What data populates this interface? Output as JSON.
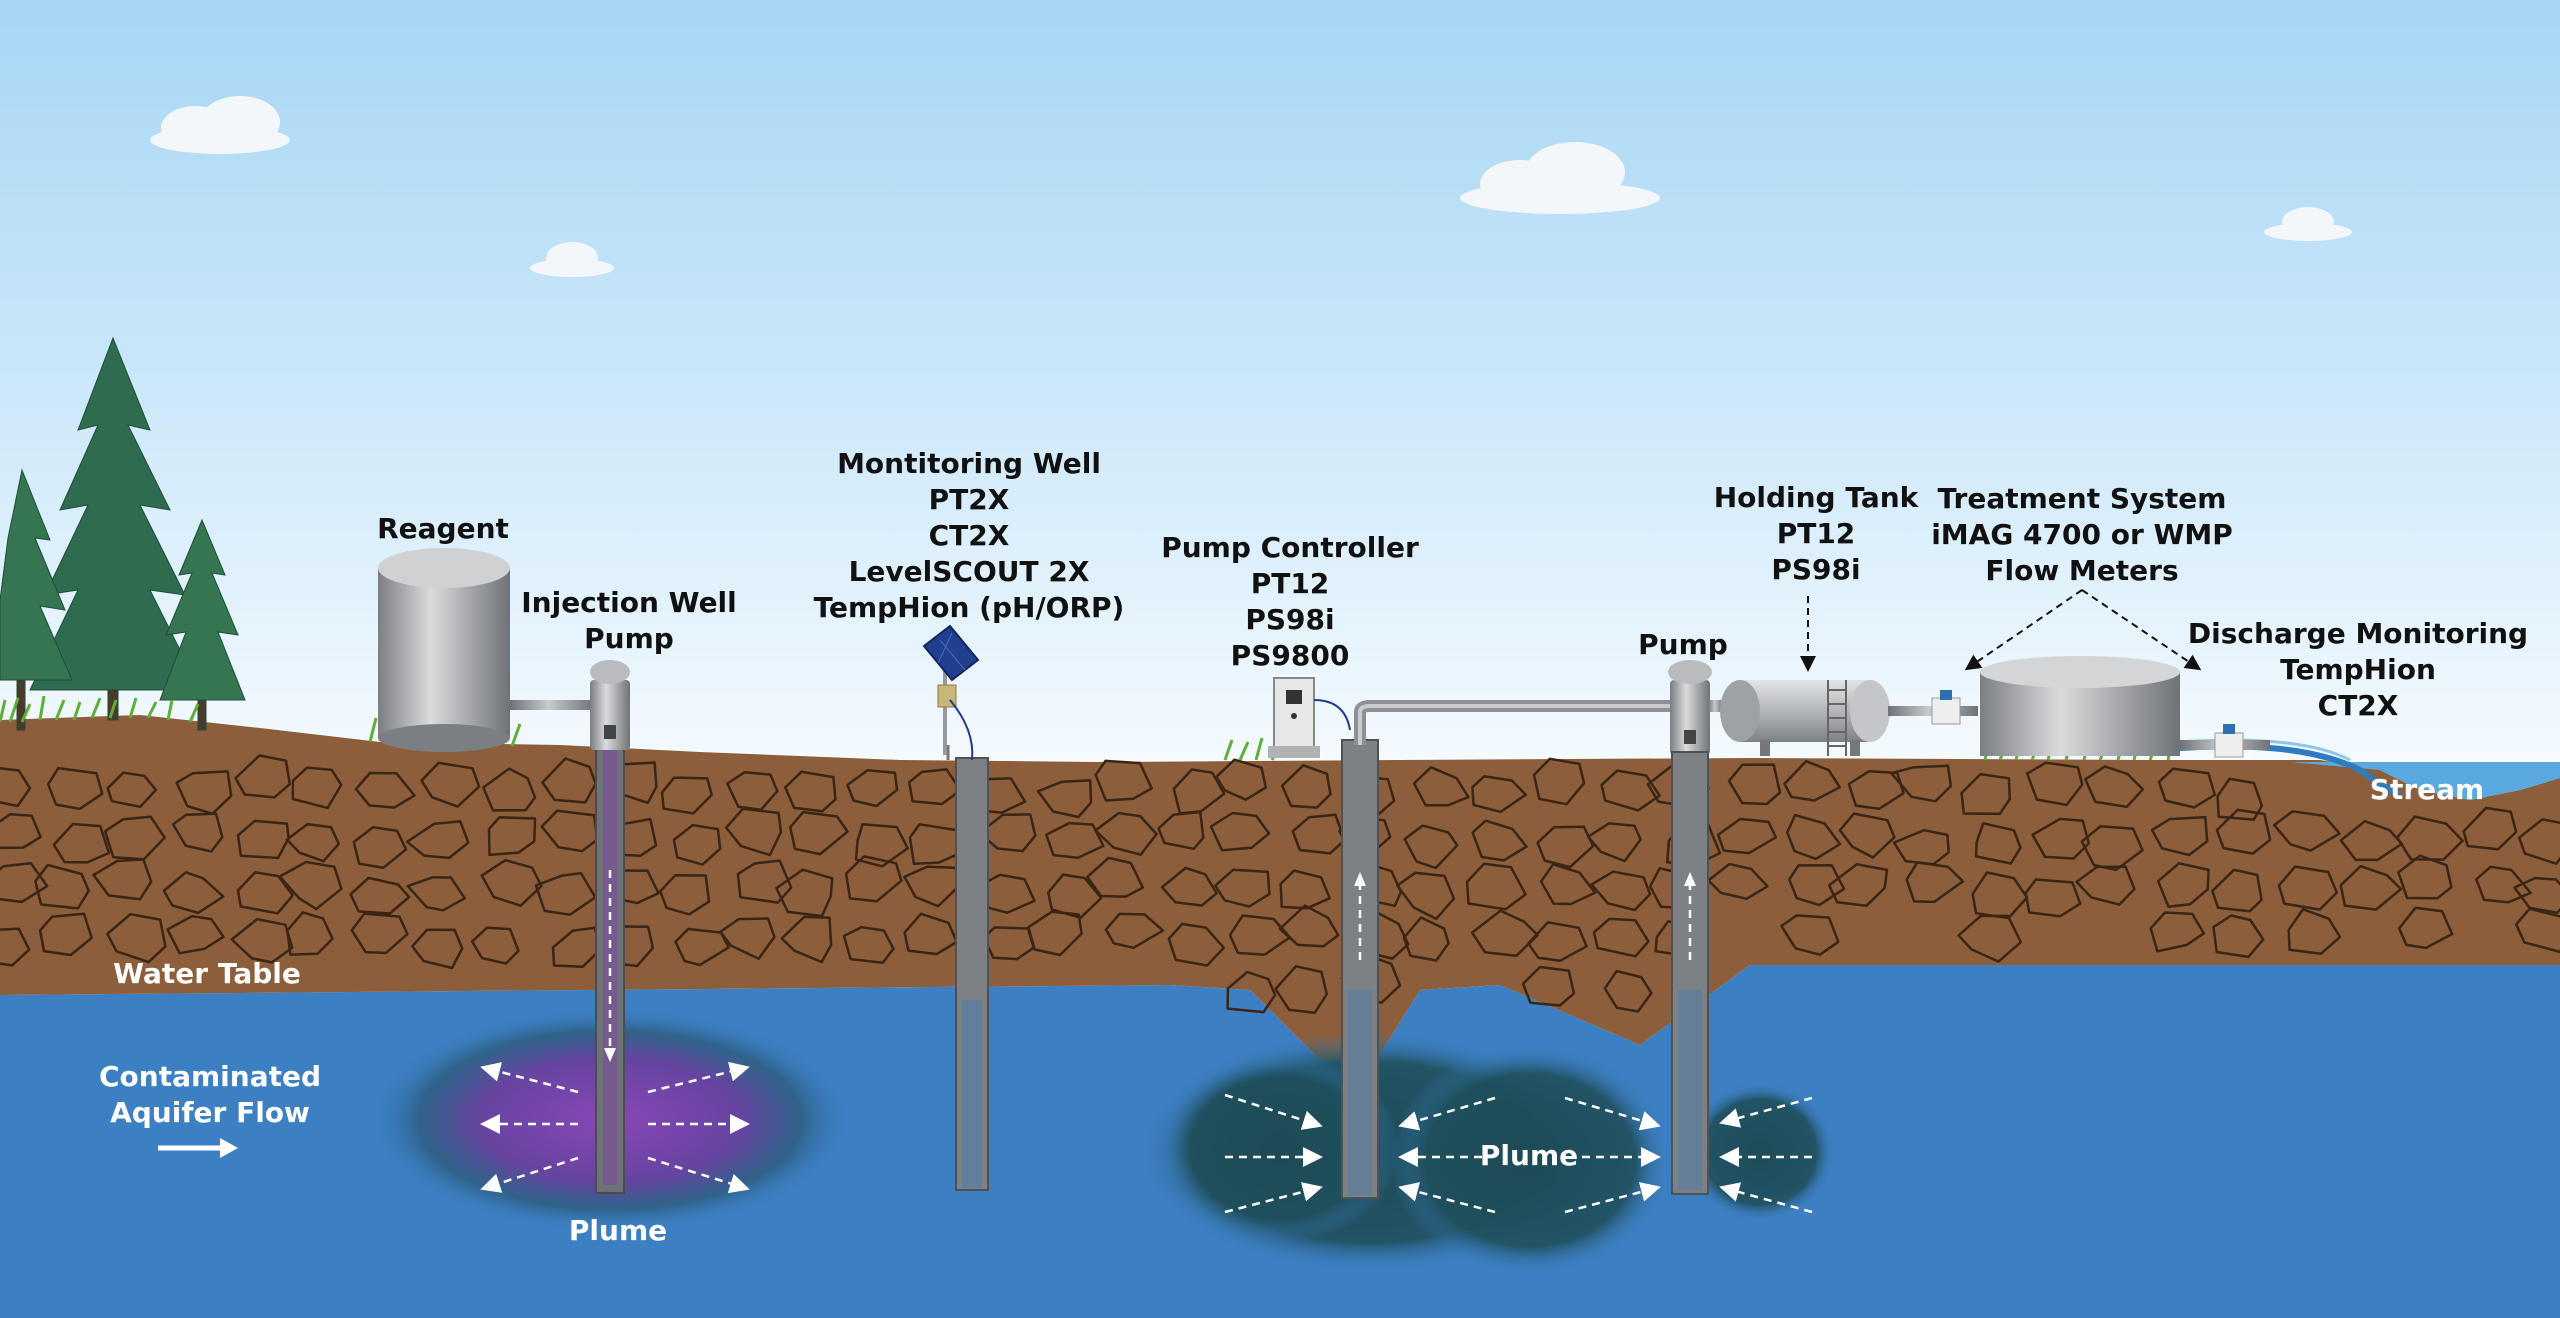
{
  "labels": {
    "reagent": "Reagent",
    "injection_well": [
      "Injection Well",
      "Pump"
    ],
    "monitoring_well": [
      "Montitoring Well",
      "PT2X",
      "CT2X",
      "LevelSCOUT 2X",
      "TempHion (pH/ORP)"
    ],
    "pump_controller": [
      "Pump Controller",
      "PT12",
      "PS98i",
      "PS9800"
    ],
    "pump": "Pump",
    "holding_tank": [
      "Holding Tank",
      "PT12",
      "PS98i"
    ],
    "treatment_system": [
      "Treatment System",
      "iMAG 4700 or WMP",
      "Flow Meters"
    ],
    "discharge_monitoring": [
      "Discharge Monitoring",
      "TempHion",
      "CT2X"
    ],
    "stream": "Stream",
    "water_table": "Water Table",
    "aquifer_flow": [
      "Contaminated",
      "Aquifer Flow"
    ],
    "plume_left": "Plume",
    "plume_right": "Plume"
  },
  "colors": {
    "sky_top": "#a9d9f5",
    "sky_bottom": "#eef7fd",
    "soil": "#8c5e3c",
    "soil_crack": "#3b2515",
    "water": "#3c7fc2",
    "plume_purple": "#7b3fa8",
    "plume_teal": "#1f4f5c",
    "stream": "#5aa9de",
    "tree": "#2e6b4f",
    "tank_gray": "#a3a6aa"
  }
}
